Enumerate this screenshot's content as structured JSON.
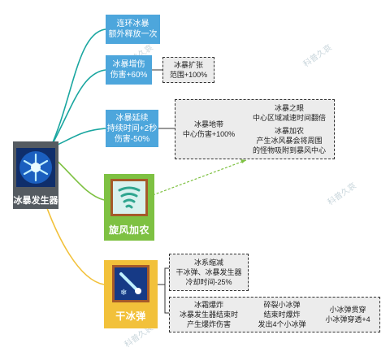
{
  "root": {
    "label": "冰暴发生器",
    "icon": "ice-crystal-icon"
  },
  "branches": [
    {
      "lines": [
        "连环冰暴",
        "额外释放一次"
      ]
    },
    {
      "lines": [
        "冰暴增伤",
        "伤害+60%"
      ],
      "detail": [
        "冰暴扩张",
        "范围+100%"
      ]
    },
    {
      "lines": [
        "冰暴延续",
        "持续时间+2秒",
        "伤害-50%"
      ],
      "detail": {
        "left": [
          "冰暴地带",
          "中心伤害+100%"
        ],
        "right_a": [
          "冰暴之眼",
          "中心区域减速时间翻倍"
        ],
        "right_b": [
          "冰暴加农",
          "产生冰风暴会将周围",
          "的怪物吸附到暴风中心"
        ]
      }
    }
  ],
  "green_skill": {
    "label": "旋风加农",
    "icon": "whirlwind-icon"
  },
  "yellow_skill": {
    "label": "干冰弹",
    "icon": "ice-bullet-icon",
    "detail_top": [
      "冰系缩减",
      "干冰弹、冰暴发生器",
      "冷却时间-25%"
    ],
    "detail_bottom": {
      "a": [
        "冰霜爆炸",
        "冰暴发生器结束时",
        "产生爆炸伤害"
      ],
      "b": [
        "碎裂小冰弹",
        "结束时爆炸",
        "发出4个小冰弹"
      ],
      "c": [
        "小冰弹贯穿",
        "小冰弹穿透+4"
      ]
    }
  },
  "watermark": "科普久哀",
  "colors": {
    "teal": "#1aa6a0",
    "green": "#7ec142",
    "yellow": "#f2c13a",
    "blue": "#4da6dc"
  }
}
